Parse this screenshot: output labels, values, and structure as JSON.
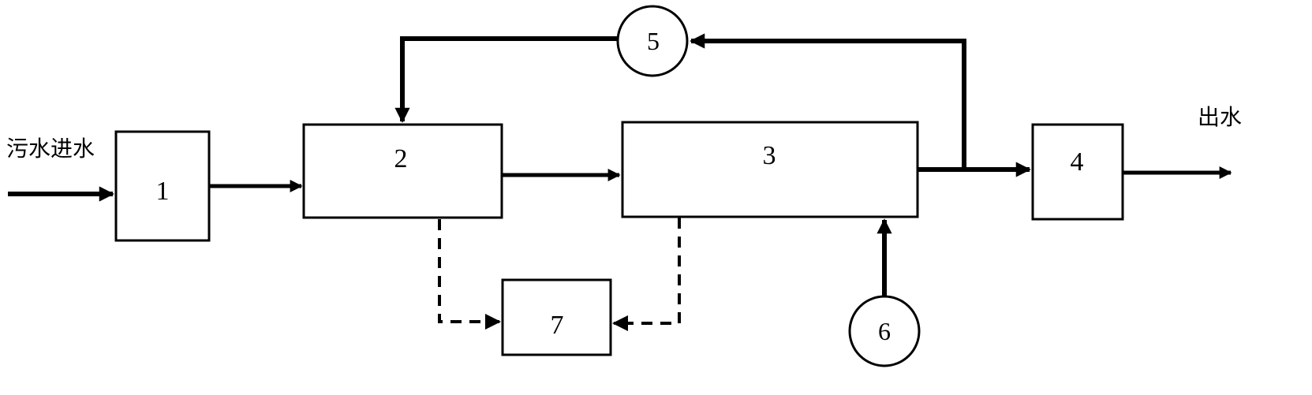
{
  "labels": {
    "inlet": "污水进水",
    "outlet": "出水"
  },
  "boxes": {
    "b1": "1",
    "b2": "2",
    "b3": "3",
    "b4": "4",
    "b7": "7"
  },
  "circles": {
    "c5": "5",
    "c6": "6"
  },
  "colors": {
    "line": "#000000",
    "background": "#ffffff"
  }
}
